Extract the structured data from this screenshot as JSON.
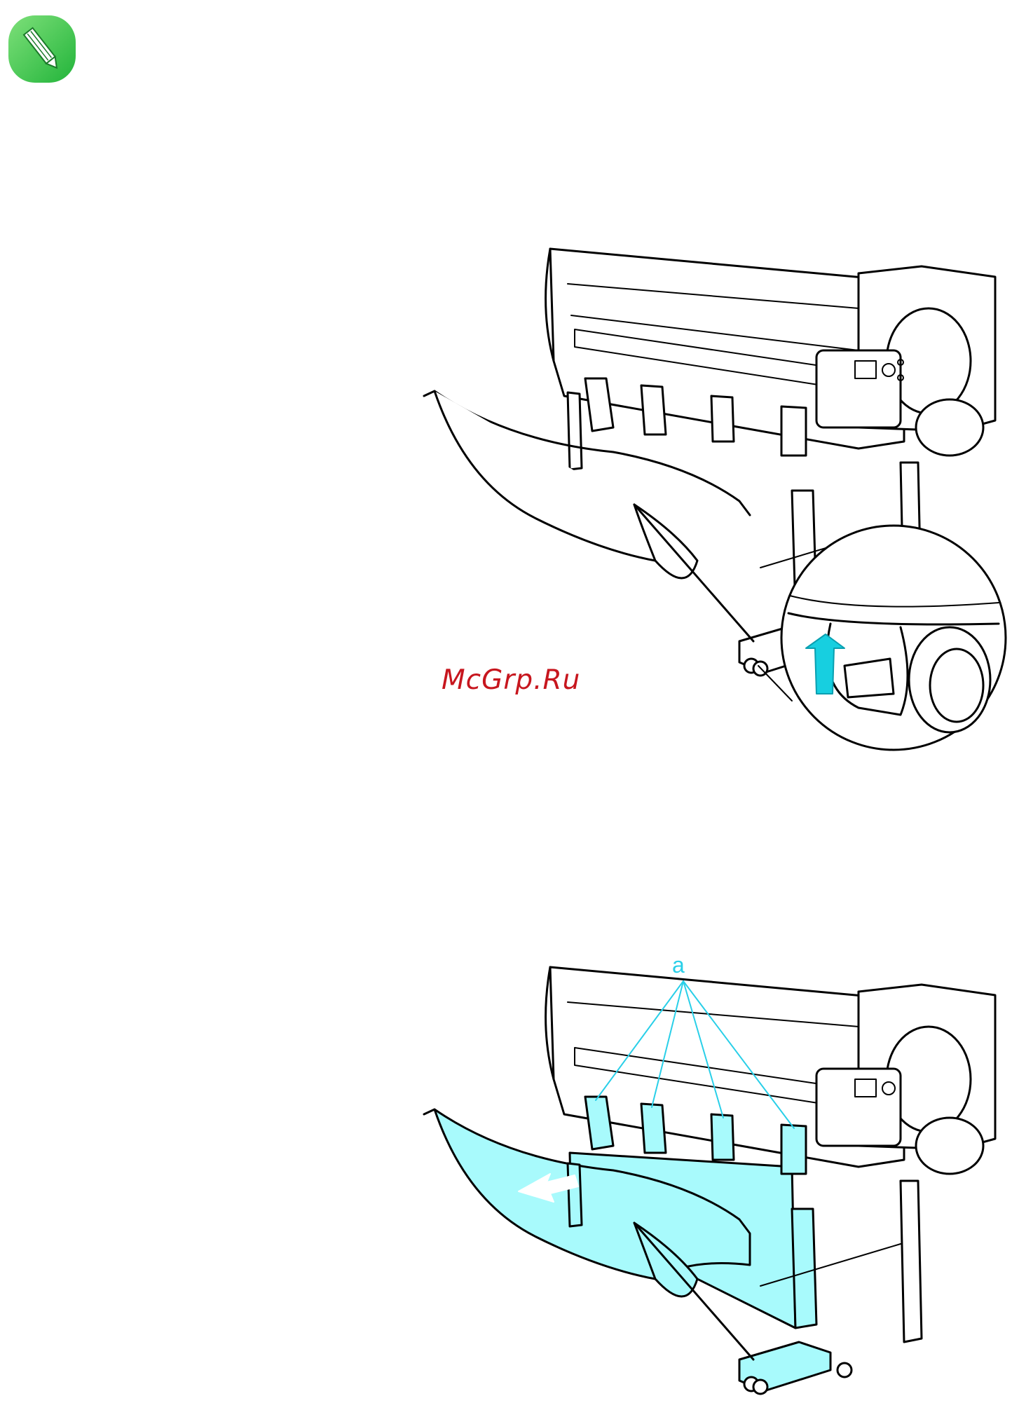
{
  "note": {
    "icon": "pencil-note-icon",
    "color": "#2ecc40"
  },
  "watermark": {
    "text": "McGrp.Ru",
    "color": "#c7161e"
  },
  "figure1": {
    "subject": "printer-stand-caster-lock",
    "arrow_color": "#17cfe0"
  },
  "figure2": {
    "callout_label": "a",
    "highlight_color": "#a8fafc",
    "callout_color": "#29cfe8"
  }
}
